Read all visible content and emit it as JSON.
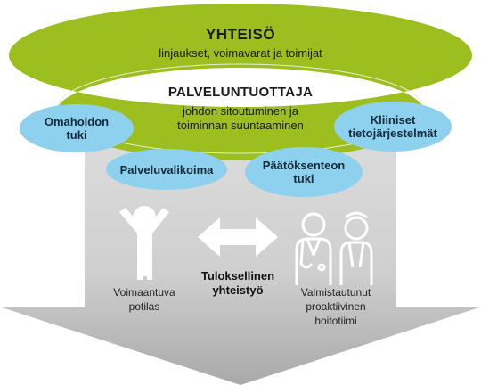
{
  "community": {
    "title": "YHTEISÖ",
    "subtitle": "linjaukset, voimavarat ja toimijat"
  },
  "provider": {
    "title": "PALVELUNTUOTTAJA",
    "line1": "johdon sitoutuminen ja",
    "line2": "toiminnan suuntaaminen"
  },
  "ellipses": {
    "self_care": [
      "Omahoidon",
      "tuki"
    ],
    "clinical_systems": [
      "Kliiniset",
      "tietojärjestelmät"
    ],
    "service_selection": [
      "Palveluvalikoima"
    ],
    "decision_support": [
      "Päätöksenteon",
      "tuki"
    ]
  },
  "patient": {
    "line1": "Voimaantuva",
    "line2": "potilas"
  },
  "interaction": {
    "line1": "Tuloksellinen",
    "line2": "yhteistyö"
  },
  "team": {
    "line1": "Valmistautunut",
    "line2": "proaktiivinen",
    "line3": "hoitotiimi"
  },
  "colors": {
    "community_green": "#9cbf1f",
    "ellipse_blue": "#8ed1ee",
    "arrow_gray_light": "#d6d6d6",
    "arrow_gray_dark": "#9a9a9a",
    "icon_white": "#ffffff",
    "text_dark": "#1a1a1a"
  },
  "icons": [
    "patient-figure-icon",
    "double-arrow-icon",
    "doctor-icon",
    "nurse-icon"
  ]
}
